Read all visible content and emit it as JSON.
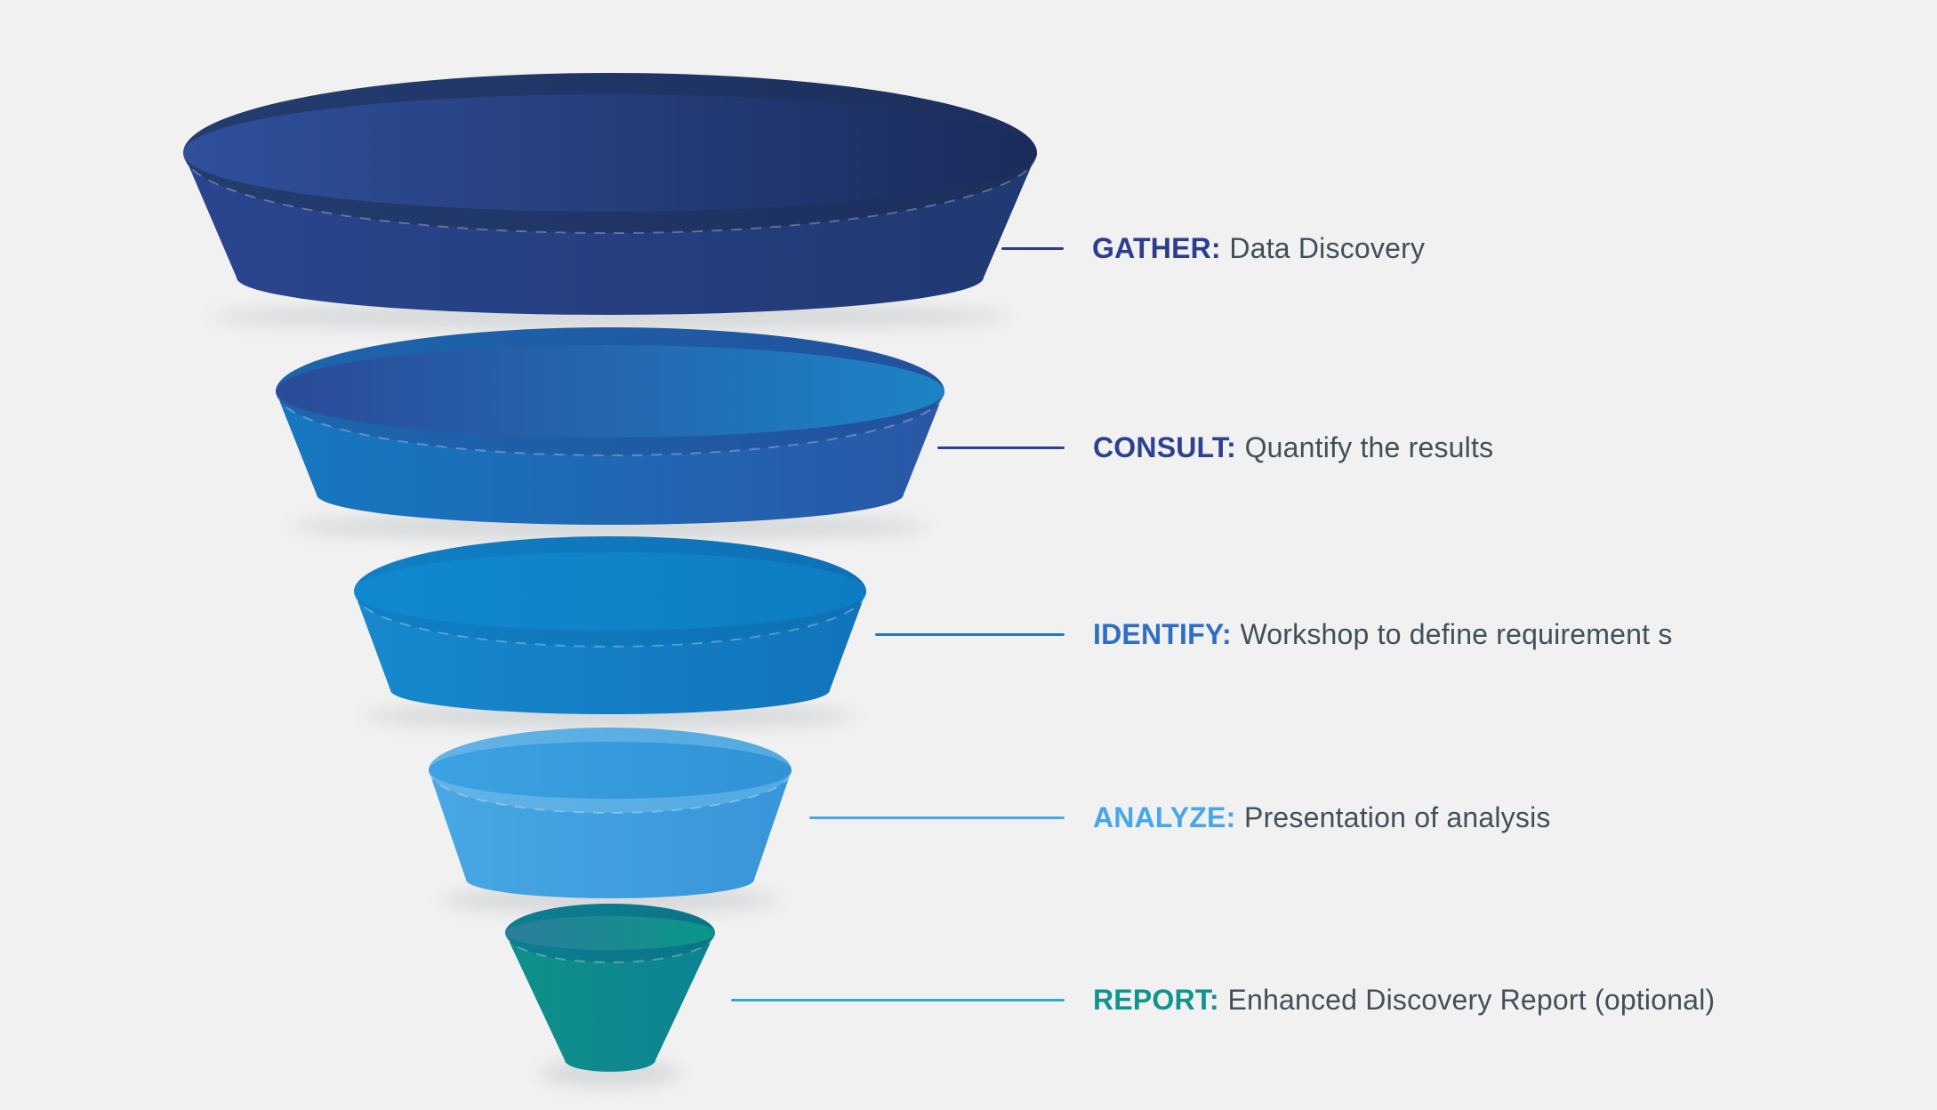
{
  "background": "#F1F1F1",
  "description_text_color": "#424F59",
  "stages": [
    {
      "keyword": "GATHER:",
      "description": "Data Discovery",
      "accent": "#2C3D8F",
      "line_color": "#2B3F86",
      "top_colors": [
        "#30509C",
        "#1B2B5B"
      ],
      "body_colors": [
        "#2A458F",
        "#203972"
      ],
      "rim_colors": [
        "#233D6F",
        "#1C2E5C"
      ]
    },
    {
      "keyword": "CONSULT:",
      "description": "Quantify the results",
      "accent": "#2C418F",
      "line_color": "#2C4190",
      "top_colors": [
        "#2B4A98",
        "#1C84C6"
      ],
      "body_colors": [
        "#1578C1",
        "#2A57A6"
      ],
      "rim_colors": [
        "#1C66AE",
        "#22519D"
      ]
    },
    {
      "keyword": "IDENTIFY:",
      "description": "Workshop to define requirement s",
      "accent": "#2E6FC5",
      "line_color": "#1E7AC4",
      "top_colors": [
        "#1189CF",
        "#0E7CC2"
      ],
      "body_colors": [
        "#1789CE",
        "#1173BC"
      ],
      "rim_colors": [
        "#107FC4",
        "#0E70B6"
      ]
    },
    {
      "keyword": "ANALYZE:",
      "description": "Presentation of analysis",
      "accent": "#47A7E8",
      "line_color": "#4BA7E3",
      "top_colors": [
        "#3CA2E1",
        "#2F93D6"
      ],
      "body_colors": [
        "#47A8E4",
        "#3895D9"
      ],
      "rim_colors": [
        "#63B3E6",
        "#52AAE2"
      ]
    },
    {
      "keyword": "REPORT:",
      "description": "Enhanced Discovery Report (optional)",
      "accent": "#10948E",
      "line_color": "#29A9DC",
      "top_colors": [
        "#2C7D9B",
        "#0A9689"
      ],
      "body_colors": [
        "#0F9189",
        "#0C8293"
      ],
      "rim_colors": [
        "#0D7E90",
        "#0B7487"
      ]
    }
  ]
}
